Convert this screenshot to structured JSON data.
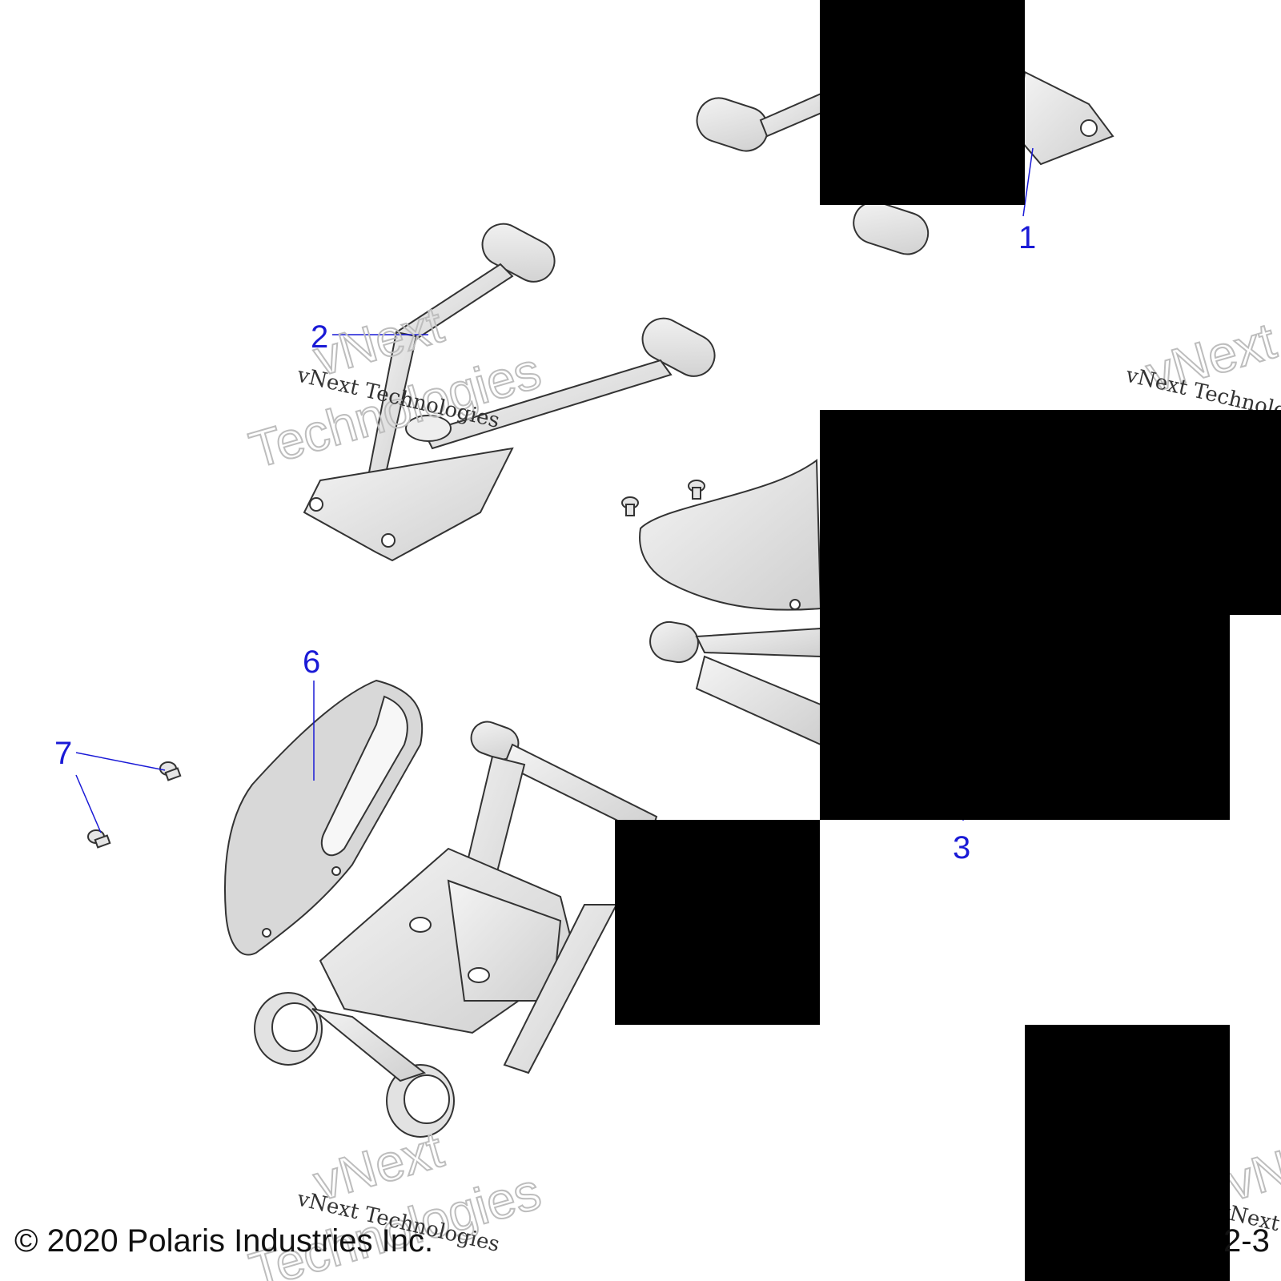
{
  "callouts": [
    {
      "label": "1"
    },
    {
      "label": "2"
    },
    {
      "label": "3"
    },
    {
      "label": "6"
    },
    {
      "label": "7"
    }
  ],
  "watermark": {
    "script_text": "vNext Technologies",
    "big_line1": "vNext",
    "big_line2": "Technologies"
  },
  "footer": {
    "copyright": "© 2020 Polaris Industries Inc.",
    "page_code": "2-3"
  },
  "colors": {
    "callout": "#1a1ad6",
    "part_fill": "#d9d9d9",
    "part_stroke": "#333333",
    "redaction": "#000000"
  }
}
